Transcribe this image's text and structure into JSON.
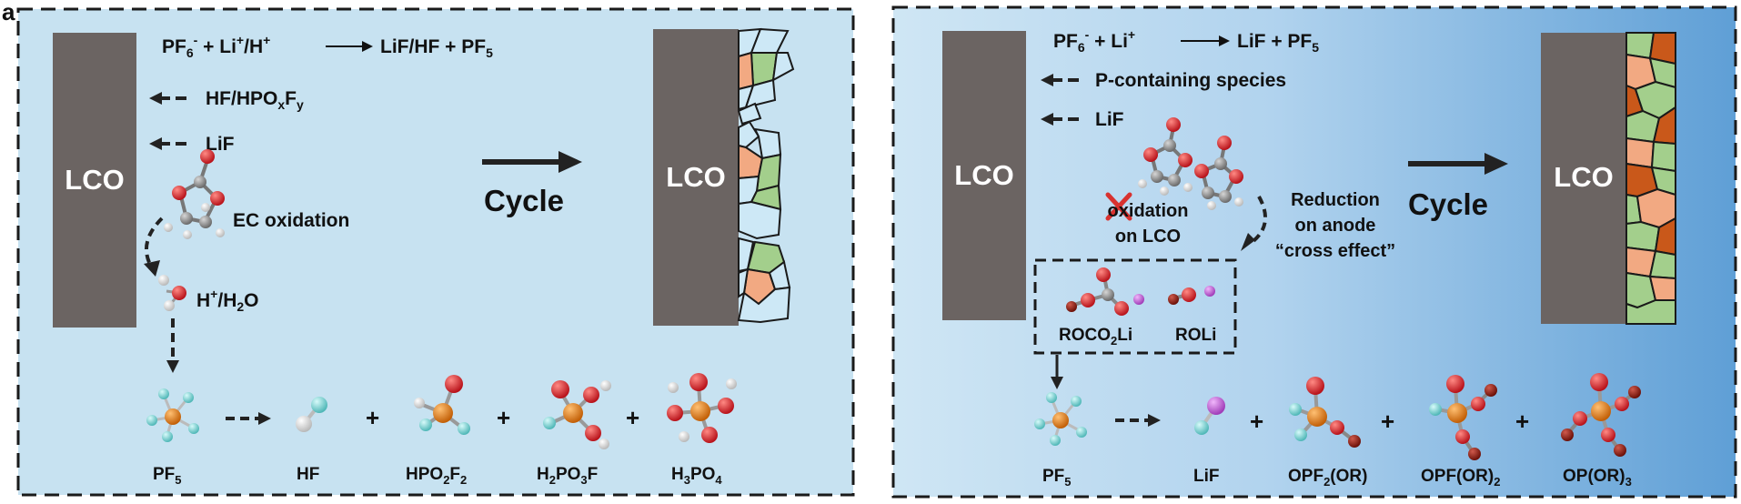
{
  "panel_letter": "a",
  "left": {
    "electrode": "LCO",
    "reaction": {
      "pf6": "PF",
      "pf6_sub": "6",
      "pf6_sup": "-",
      "plus1": " + Li",
      "li_sup": "+",
      "slash": "/H",
      "h_sup": "+",
      "products": "LiF/HF + PF",
      "products_sub": "5"
    },
    "hf_label": {
      "main": "HF/HPO",
      "sub1": "x",
      "mid": "F",
      "sub2": "y"
    },
    "lif_label": "LiF",
    "ec_label": "EC oxidation",
    "h_h2o": {
      "a": "H",
      "a_sup": "+",
      "b": "/H",
      "b_sub": "2",
      "c": "O"
    },
    "cycle": "Cycle",
    "electrode_after": "LCO",
    "bottom": {
      "pf5": {
        "main": "PF",
        "sub": "5"
      },
      "hf": "HF",
      "hpo2f2": {
        "a": "HPO",
        "a_sub": "2",
        "b": "F",
        "b_sub": "2"
      },
      "h2po3f": {
        "a": "H",
        "a_sub": "2",
        "b": "PO",
        "b_sub": "3",
        "c": "F"
      },
      "h3po4": {
        "a": "H",
        "a_sub": "3",
        "b": "PO",
        "b_sub": "4"
      },
      "plus": "+"
    }
  },
  "right": {
    "electrode": "LCO",
    "reaction": {
      "pf6": "PF",
      "pf6_sub": "6",
      "pf6_sup": "-",
      "plus1": " + Li",
      "li_sup": "+",
      "products": "LiF + PF",
      "products_sub": "5"
    },
    "p_species": "P-containing species",
    "lif_label": "LiF",
    "oxidation": "oxidation",
    "on_lco": "on LCO",
    "reduction": [
      "Reduction",
      "on anode",
      "“cross effect”"
    ],
    "rocoli": {
      "a": "ROCO",
      "a_sub": "2",
      "b": "Li"
    },
    "roli": "ROLi",
    "cycle": "Cycle",
    "electrode_after": "LCO",
    "bottom": {
      "pf5": {
        "main": "PF",
        "sub": "5"
      },
      "lif": "LiF",
      "opf2or": {
        "a": "OPF",
        "a_sub": "2",
        "b": "(OR)"
      },
      "opfor2": {
        "a": "OPF(OR)",
        "a_sub": "2"
      },
      "opor3": {
        "a": "OP(OR)",
        "a_sub": "3"
      },
      "plus": "+"
    }
  },
  "colors": {
    "electrode": "#6b6462",
    "left_bg": "#c7e2f1",
    "right_bg_start": "#cfe6f4",
    "right_bg_end": "#5f9fd6",
    "oxygen": "#d9262b",
    "carbon": "#8c8c8c",
    "phosphorus": "#e07d12",
    "fluorine": "#79d3d3",
    "hydrogen": "#e8e8e8",
    "lithium": "#c568d8",
    "alkyl": "#8a1c14",
    "cei_green": "#a3cf8c",
    "cei_salmon": "#f2a982",
    "cei_orange": "#c9581a",
    "cei_blue": "#cde8f6",
    "cross": "#d8322f"
  }
}
